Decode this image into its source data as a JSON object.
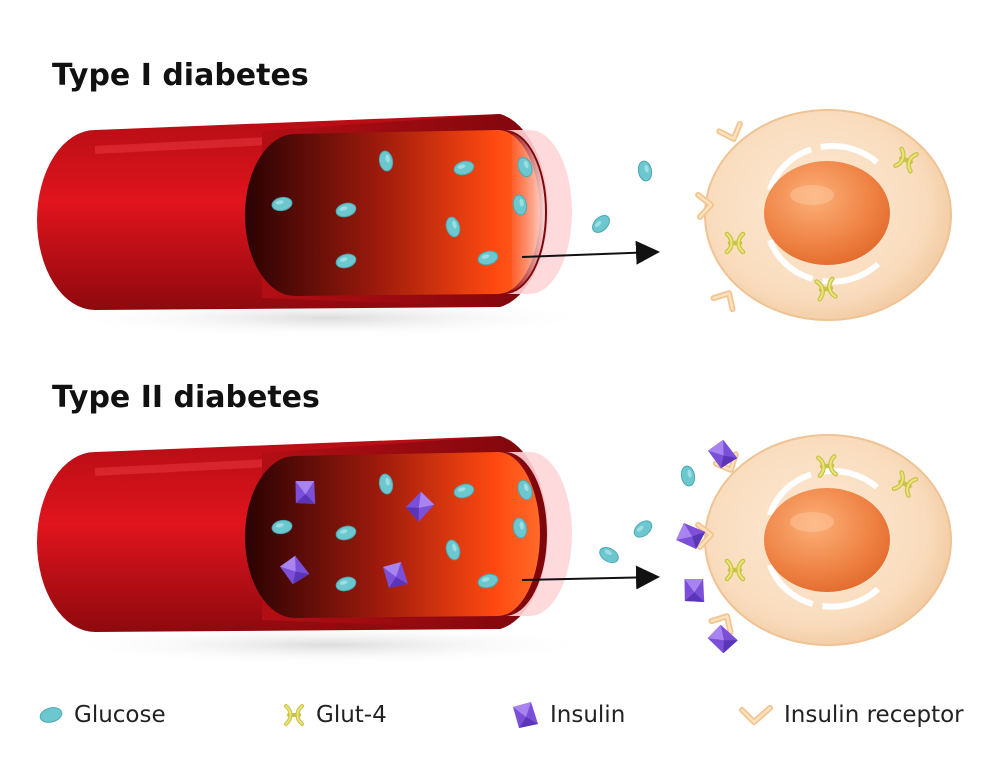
{
  "sections": [
    {
      "title": "Type I diabetes"
    },
    {
      "title": "Type II diabetes"
    }
  ],
  "legend": [
    {
      "label": "Glucose",
      "icon": "glucose-icon"
    },
    {
      "label": "Glut-4",
      "icon": "glut4-icon"
    },
    {
      "label": "Insulin",
      "icon": "insulin-icon"
    },
    {
      "label": "Insulin receptor",
      "icon": "insulin-receptor-icon"
    }
  ],
  "colors": {
    "vessel": "#c4121a",
    "vessel_dark": "#8e0a10",
    "glucose": "#6cc7cf",
    "insulin": "#7b4fd8",
    "glut4": "#d9d36a",
    "receptor": "#f6cfa0",
    "cell": "#f6d6b4",
    "nucleus": "#f08a52"
  }
}
